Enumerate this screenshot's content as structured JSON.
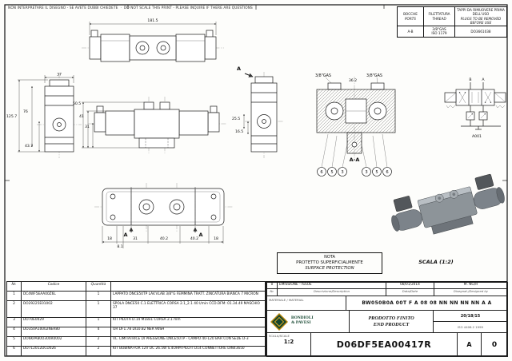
{
  "disclaimer": {
    "it": "NON INTERPRETARE IL DISEGNO - SE AVETE DUBBI CHIEDETE",
    "en": "DO NOT SCALE THIS PRINT - PLEASE INQUIRE IF THERE ARE QUESTIONS"
  },
  "ports_table": {
    "h1a": "BOCCHE",
    "h1b": "PORTS",
    "h2a": "FILETTATURA",
    "h2b": "THREAD",
    "h3a": "TAPPI DA RIMUOVERE PRIMA DELL'USO",
    "h3b": "PLUGS TO BE REMOVED BEFORE USE",
    "row": {
      "port": "A-B",
      "thread1": "3/8\"GAS",
      "thread2": "ISO 1179",
      "plug": "DO3661038"
    }
  },
  "dims": {
    "w181": "181.5",
    "d37": "37",
    "d76": "76",
    "d125": "125.7",
    "d43": "43.7",
    "d50": "50.5",
    "d41": "41",
    "d31": "31",
    "s25": "25.5",
    "s16": "16.5",
    "t36": "36.2",
    "gasL": "3/8\"GAS",
    "gasR": "3/8\"GAS",
    "b18a": "18",
    "b8": "8.1",
    "b31": "31",
    "b40a": "40.2",
    "b40b": "40.2",
    "b18b": "18"
  },
  "labels": {
    "cut_a": "A",
    "section": "A-A",
    "schematic_id": "A001",
    "port_b": "B",
    "port_a": "A",
    "scale_note": "SCALA (1:2)"
  },
  "section": {
    "balloons": [
      "6",
      "5",
      "3",
      "3",
      "5",
      "6"
    ]
  },
  "nota": {
    "title": "NOTA",
    "line1": "PROTETTO SUPERFICIALMENTE",
    "line2": "SURFACE PROTECTION"
  },
  "parts": {
    "headers": {
      "nr": "Nr.",
      "code": "Codice",
      "qty": "Quantità",
      "desc": ""
    },
    "rows": [
      {
        "nr": "1",
        "code": "DC4WF5EAA00Z6L",
        "qty": "1",
        "desc": "LAPPATO DNCE50TP LAV.VLAB 3/8\"G FEMMINA TRATT. ZINCATURA BIANCA 7 MICRON"
      },
      {
        "nr": "2",
        "code": "DO29225E01002",
        "qty": "1",
        "desc": "SPOLA DNCE50 C.1 ELETTRICA CORSA 2.1_2.1 40 l/min CCD.DFM: 01.34.49 MASCHIO 37"
      },
      {
        "nr": "3",
        "code": "DO70E0029",
        "qty": "1",
        "desc": "KIT PILOTA D.14 M18x1 CORSA 2.1 mm"
      },
      {
        "nr": "4",
        "code": "DO350A10002NER80",
        "qty": "4",
        "desc": "OR DF1.78 DI10.82 NER 90SH"
      },
      {
        "nr": "5",
        "code": "DO6KPA80O300R0002",
        "qty": "2",
        "desc": "VL. LIMITATRICE DI PRESSIONE DNCE50TP - CAMPO 40-120 BAR CON SEDE D-3"
      },
      {
        "nr": "6",
        "code": "DO712012DCD026",
        "qty": "2",
        "desc": "KIT BOBINA+OR 12V DC 26.5W S.4OHM PILOTI D14 CONNETTORE DIN43650"
      }
    ]
  },
  "title_block": {
    "rev_row": {
      "nr": "0",
      "desc": "EMISSIONE - ISSUE",
      "date": "08/01/2014",
      "by": "M. NG/R"
    },
    "rev_headers": {
      "nr": "Nr.",
      "desc": "Descrizione/Description",
      "date": "Data/Date",
      "by": "Disegnat./Designed by"
    },
    "material_label": "MATERIALE / MATERIAL",
    "config_code": "BW050B0A 00T F A 08 08 NN NN NN NN A A",
    "company_line1": "BONDIOLI",
    "company_line2": "& PAVESI",
    "product_it": "PRODOTTO FINITO",
    "product_en": "END PRODUCT",
    "cleanliness": "20/18/15",
    "iso_ref": "ISO 4406.2 1999",
    "scale_label": "SCALA/SCALE",
    "scale_value": "1:2",
    "drawing_number": "D06DF5EA00417R",
    "size": "A",
    "rev": "0"
  }
}
